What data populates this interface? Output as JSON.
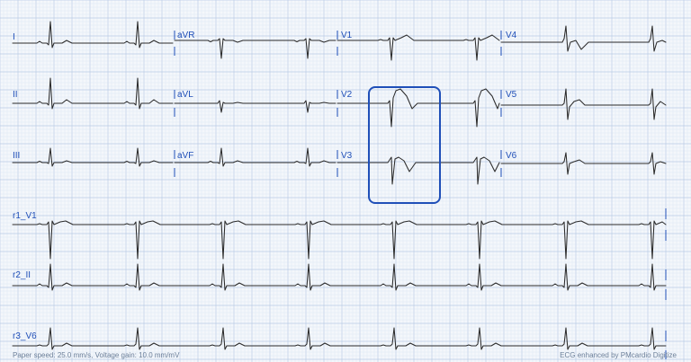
{
  "colors": {
    "paper": "#f4f7fb",
    "grid_minor": "#d9e3f2",
    "grid_major": "#b9cbe6",
    "trace": "#2b2b2b",
    "label": "#1f4fb8",
    "highlight": "#1f4fb8",
    "footer": "#6b7f99"
  },
  "leads": {
    "row1": [
      "I",
      "aVR",
      "V1",
      "V4"
    ],
    "row2": [
      "II",
      "aVL",
      "V2",
      "V5"
    ],
    "row3": [
      "III",
      "aVF",
      "V3",
      "V6"
    ],
    "rhythm": [
      "r1_V1",
      "r2_II",
      "r3_V6"
    ]
  },
  "footer": {
    "left": "Paper speed: 25.0 mm/s, Voltage gain: 10.0 mm/mV",
    "right": "ECG enhanced by PMcardio Digitize"
  },
  "highlight": {
    "note": "",
    "leads": [
      "V2",
      "V3"
    ]
  }
}
